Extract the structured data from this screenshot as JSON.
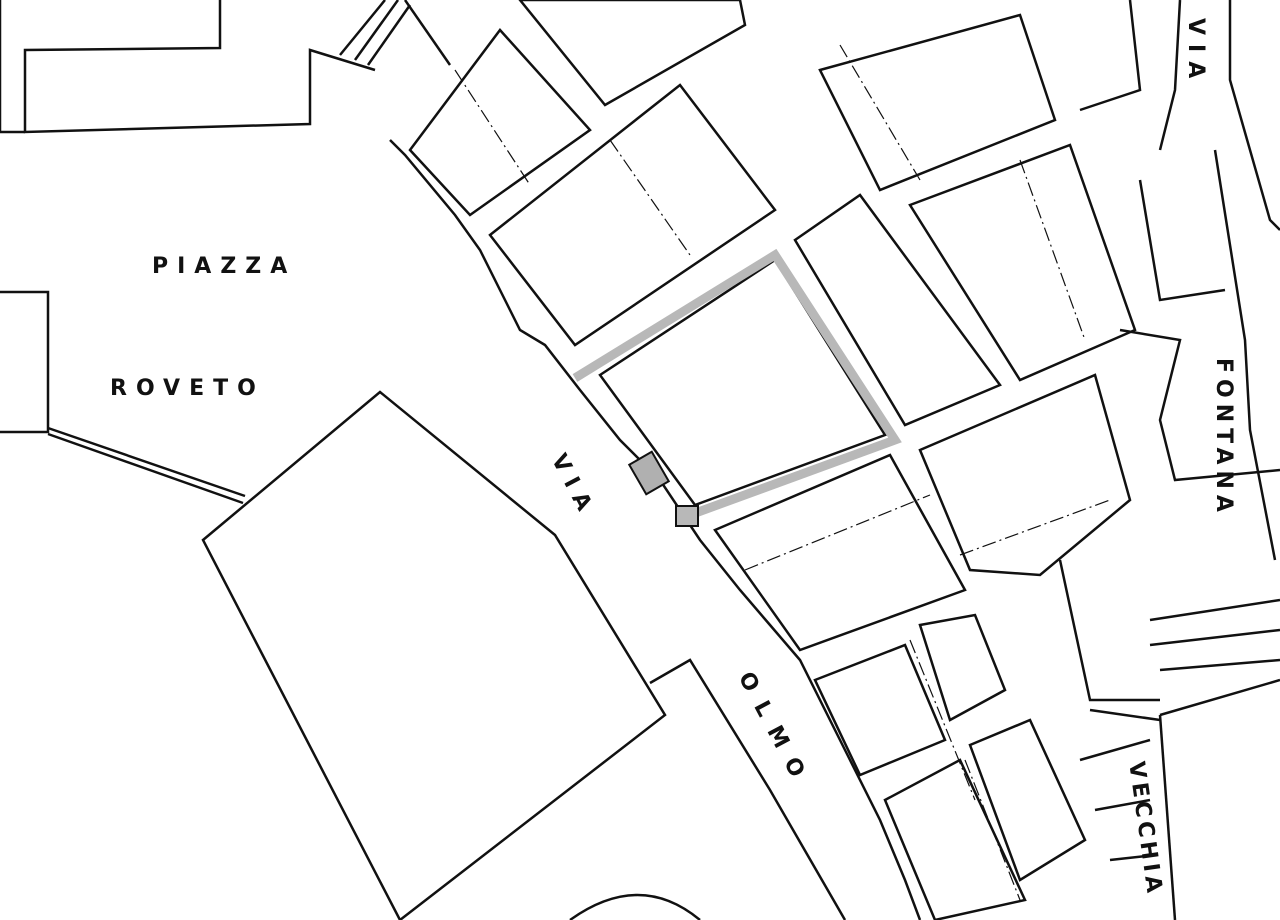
{
  "labels": {
    "piazza": "PIAZZA",
    "roveto": "ROVETO",
    "via_left": "VIA",
    "olmo": "OLMO",
    "via_top": "VIA",
    "fontana": "FONTANA",
    "vecchia": "VECCHIA"
  },
  "colors": {
    "ink": "#111111",
    "highlight": "#b8b8b8",
    "paper": "#ffffff"
  }
}
